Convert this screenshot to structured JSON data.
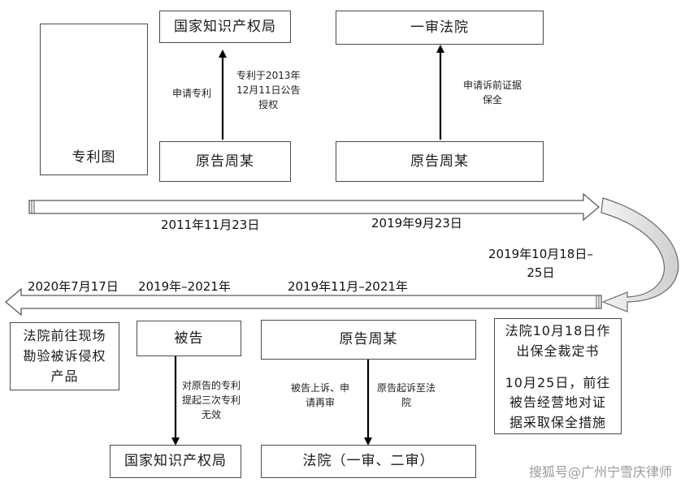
{
  "patent_figure": {
    "caption": "专利图"
  },
  "top_row": {
    "cnipa_box": "国家知识产权局",
    "court1_box": "一审法院",
    "plaintiff_box_a": "原告周某",
    "plaintiff_box_b": "原告周某",
    "apply_patent_label": "申请专利",
    "grant_label_line1": "专利于2013年",
    "grant_label_line2": "12月11日公告",
    "grant_label_line3": "授权",
    "preservation_label_line1": "申请诉前证据",
    "preservation_label_line2": "保全"
  },
  "timeline_top": {
    "date_2011": "2011年11月23日",
    "date_2019_sep": "2019年9月23日"
  },
  "timeline_curve": {
    "date_oct_line1": "2019年10月18日–",
    "date_oct_line2": "25日"
  },
  "timeline_bottom": {
    "date_2020": "2020年7月17日",
    "range_2019_2021": "2019年–2021年",
    "range_nov_2019_2021": "2019年11月–2021年"
  },
  "bottom_row": {
    "onsite_box_line1": "法院前往现场",
    "onsite_box_line2": "勘验被诉侵权",
    "onsite_box_line3": "产品",
    "defendant_box": "被告",
    "plaintiff_box": "原告周某",
    "invalid_label_line1": "对原告的专利",
    "invalid_label_line2": "提起三次专利",
    "invalid_label_line3": "无效",
    "appeal_label_line1": "被告上诉、申",
    "appeal_label_line2": "请再审",
    "sue_label_line1": "原告起诉至法",
    "sue_label_line2": "院",
    "cnipa_box_bottom": "国家知识产权局",
    "court_box_bottom": "法院（一审、二审）",
    "ruling_box_line1": "法院10月18日作",
    "ruling_box_line2": "出保全裁定书",
    "ruling_box_line3": "10月25日，前往",
    "ruling_box_line4": "被告经营地对证",
    "ruling_box_line5": "据采取保全措施"
  },
  "watermark": "搜狐号@广州宁雪庆律师"
}
